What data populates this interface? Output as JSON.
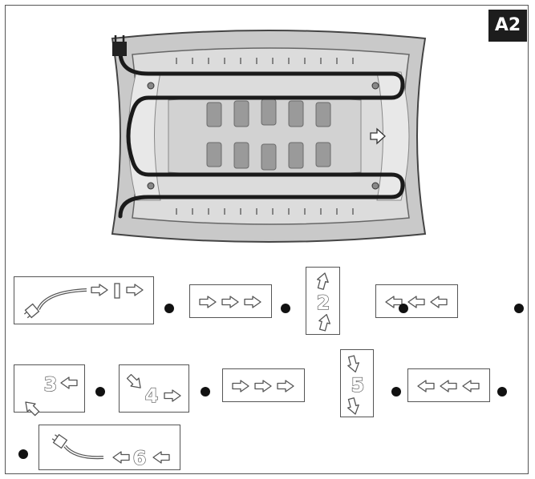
{
  "figure_label": "A2",
  "steps": [
    {
      "id": "step-plug",
      "number": ""
    },
    {
      "id": "step-right",
      "number": ""
    },
    {
      "id": "step-2",
      "number": "2"
    },
    {
      "id": "step-left",
      "number": ""
    },
    {
      "id": "step-3",
      "number": "3"
    },
    {
      "id": "step-4",
      "number": "4"
    },
    {
      "id": "step-right-2",
      "number": ""
    },
    {
      "id": "step-5",
      "number": "5"
    },
    {
      "id": "step-left-2",
      "number": ""
    },
    {
      "id": "step-6",
      "number": "6"
    }
  ],
  "colors": {
    "outline": "#555555",
    "cord": "#1a1a1a",
    "body": "#c9c9c9",
    "plate": "#dcdcdc"
  },
  "icons": [
    "plug-icon",
    "arrow-right-icon",
    "arrow-left-icon",
    "arrow-up-icon",
    "arrow-down-icon",
    "power-switch-icon"
  ]
}
